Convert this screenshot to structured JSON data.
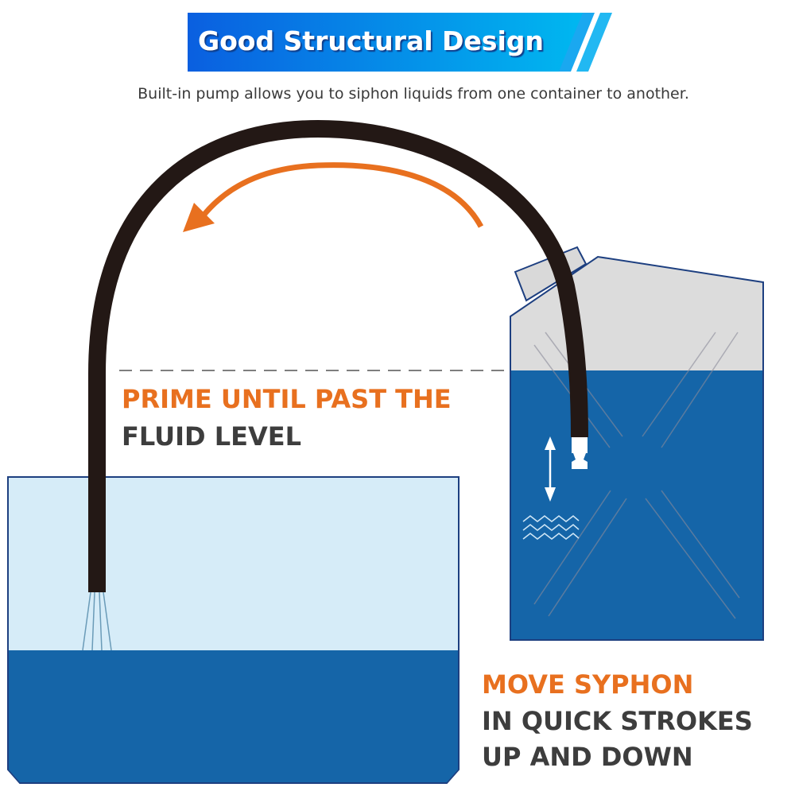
{
  "header": {
    "title": "Good Structural Design",
    "subtitle": "Built-in pump allows you to siphon liquids from one container to another."
  },
  "labels": {
    "prime_line1": "PRIME UNTIL PAST THE",
    "prime_line2": "FLUID LEVEL",
    "move_line1": "MOVE SYPHON",
    "move_line2": "IN QUICK STROKES",
    "move_line3": "UP AND DOWN"
  },
  "colors": {
    "accent_orange": "#e8701f",
    "water_dark": "#1565a8",
    "water_light": "#d6ecf8",
    "hose": "#231815",
    "banner_start": "#0a5fe0",
    "banner_end": "#00b8f0"
  }
}
